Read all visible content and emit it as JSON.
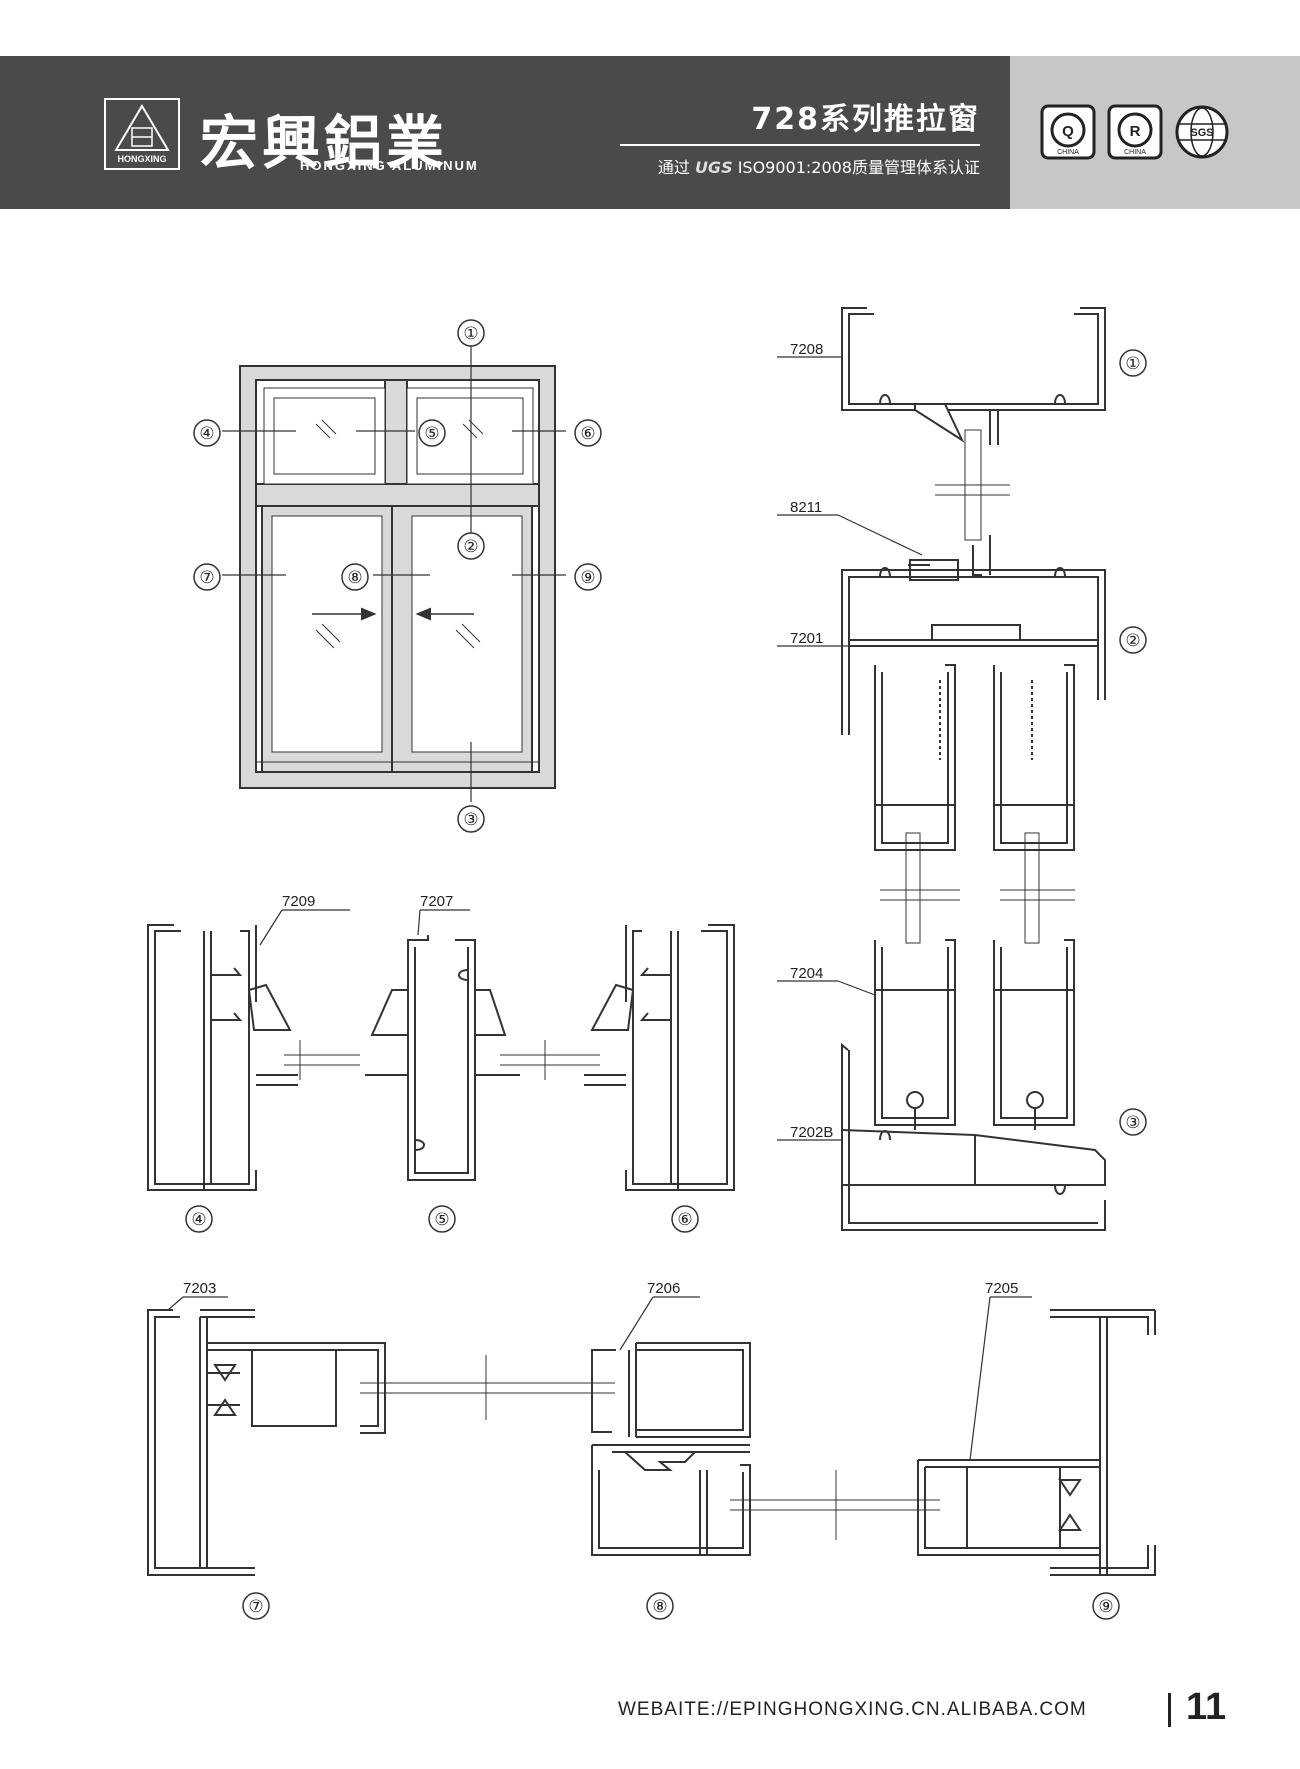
{
  "header": {
    "logo_label": "HONGXING",
    "brand_cn": "宏興鋁業",
    "brand_en": "HONGXING ALUMINUM",
    "series_title": "728系列推拉窗",
    "cert_prefix": "通过",
    "cert_logo": "UGS",
    "cert_text": "ISO9001:2008质量管理体系认证",
    "badges": [
      {
        "letter": "Q",
        "label": "CHINA"
      },
      {
        "letter": "R",
        "label": "CHINA"
      },
      {
        "letter": "",
        "label": "SGS"
      }
    ]
  },
  "elevation": {
    "callouts": [
      "①",
      "②",
      "③",
      "④",
      "⑤",
      "⑥",
      "⑦",
      "⑧",
      "⑨"
    ]
  },
  "sections": {
    "top_right": {
      "profiles": [
        "7208",
        "8211",
        "7201",
        "7204",
        "7202B"
      ],
      "callouts": [
        "①",
        "②",
        "③"
      ]
    },
    "middle_row": {
      "profiles": [
        "7209",
        "7207"
      ],
      "callouts": [
        "④",
        "⑤",
        "⑥"
      ]
    },
    "bottom_row": {
      "profiles": [
        "7203",
        "7206",
        "7205"
      ],
      "callouts": [
        "⑦",
        "⑧",
        "⑨"
      ]
    }
  },
  "footer": {
    "url": "WEBAITE://EPINGHONGXING.CN.ALIBABA.COM",
    "page_number": "11"
  },
  "colors": {
    "header_dark": "#4a4a4a",
    "header_light": "#c7c7c7",
    "line": "#333333",
    "frame_fill": "#d9d9d9"
  }
}
